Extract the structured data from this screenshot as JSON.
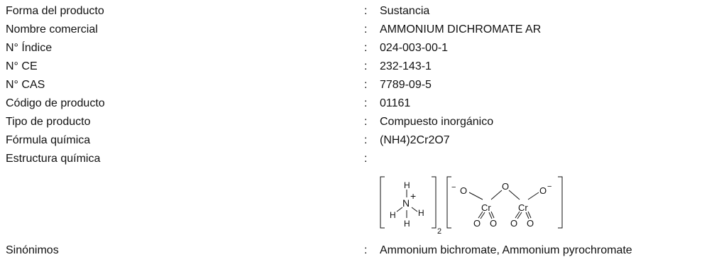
{
  "rows": [
    {
      "label": "Forma del producto",
      "sep": ":",
      "value": "Sustancia"
    },
    {
      "label": "Nombre comercial",
      "sep": ":",
      "value": "AMMONIUM DICHROMATE AR"
    },
    {
      "label": "N° Índice",
      "sep": ":",
      "value": "024-003-00-1"
    },
    {
      "label": "N° CE",
      "sep": ":",
      "value": "232-143-1"
    },
    {
      "label": "N° CAS",
      "sep": ":",
      "value": "7789-09-5"
    },
    {
      "label": "Código de producto",
      "sep": ":",
      "value": "01161"
    },
    {
      "label": "Tipo de producto",
      "sep": ":",
      "value": "Compuesto inorgánico"
    },
    {
      "label": "Fórmula química",
      "sep": ":",
      "value": "(NH4)2Cr2O7"
    },
    {
      "label": "Estructura química",
      "sep": ":",
      "value": ""
    },
    {
      "label": "Sinónimos",
      "sep": ":",
      "value": "Ammonium bichromate, Ammonium pyrochromate"
    }
  ],
  "structure": {
    "cation_atoms": {
      "h": "H",
      "n": "N",
      "plus": "+"
    },
    "subscript": "2",
    "anion_atoms": {
      "o": "O",
      "minus": "−",
      "cr": "Cr"
    }
  }
}
